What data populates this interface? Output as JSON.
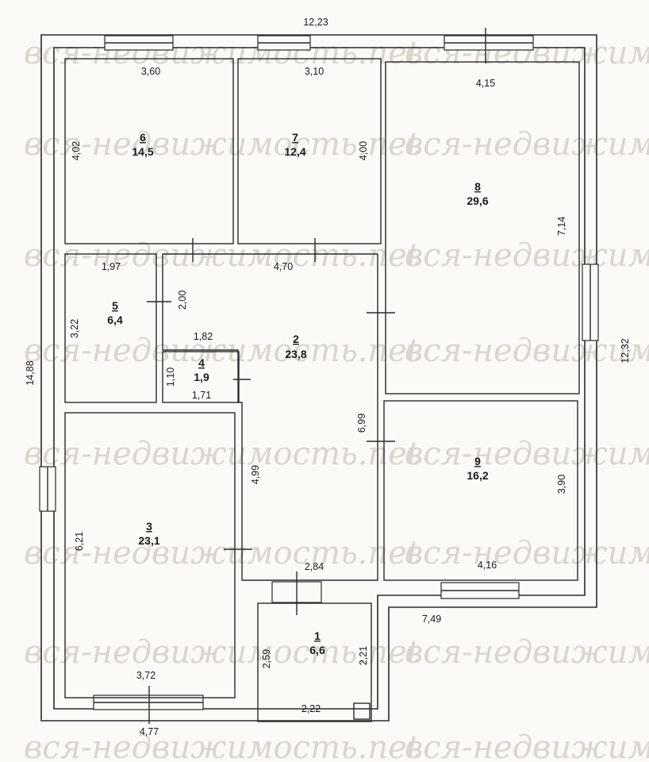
{
  "watermark": "вся-недвижимость.net",
  "outer_dimensions": {
    "top": "12,23",
    "left": "14,88",
    "right": "12,32",
    "bottom_left": "4,77",
    "bottom_step": "7,49"
  },
  "rooms": [
    {
      "number": "1",
      "area": "6,6",
      "dims": [
        "2,59",
        "2,21",
        "2,22"
      ]
    },
    {
      "number": "2",
      "area": "23,8",
      "dims": [
        "4,70",
        "6,99",
        "4,99",
        "2,84",
        "2,00",
        "1,82"
      ]
    },
    {
      "number": "3",
      "area": "23,1",
      "dims": [
        "6,21",
        "3,72"
      ]
    },
    {
      "number": "4",
      "area": "1,9",
      "dims": [
        "1,10",
        "1,71"
      ]
    },
    {
      "number": "5",
      "area": "6,4",
      "dims": [
        "1,97",
        "3,22"
      ]
    },
    {
      "number": "6",
      "area": "14,5",
      "dims": [
        "3,60",
        "4,02"
      ]
    },
    {
      "number": "7",
      "area": "12,4",
      "dims": [
        "3,10",
        "4,00"
      ]
    },
    {
      "number": "8",
      "area": "29,6",
      "dims": [
        "4,15",
        "7,14"
      ]
    },
    {
      "number": "9",
      "area": "16,2",
      "dims": [
        "3,90",
        "4,16"
      ]
    }
  ]
}
